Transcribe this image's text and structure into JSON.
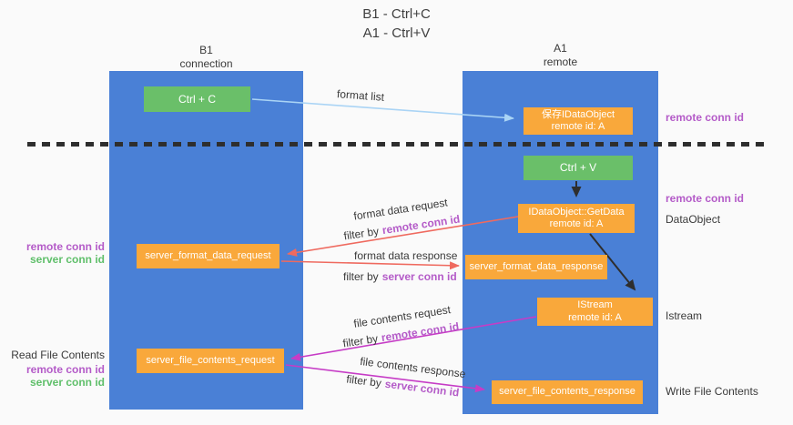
{
  "title": {
    "line1": "B1 - Ctrl+C",
    "line2": "A1 - Ctrl+V"
  },
  "columns": {
    "left": {
      "name": "B1",
      "subtitle": "connection"
    },
    "right": {
      "name": "A1",
      "subtitle": "remote"
    }
  },
  "boxes": {
    "ctrl_c": {
      "label": "Ctrl + C"
    },
    "save_dataobject": {
      "line1": "保存IDataObject",
      "line2": "remote id: A"
    },
    "ctrl_v": {
      "label": "Ctrl + V"
    },
    "getdata": {
      "line1": "IDataObject::GetData",
      "line2": "remote id: A"
    },
    "format_request": {
      "label": "server_format_data_request"
    },
    "format_response": {
      "label": "server_format_data_response"
    },
    "istream": {
      "line1": "IStream",
      "line2": "remote id: A"
    },
    "file_request": {
      "label": "server_file_contents_request"
    },
    "file_response": {
      "label": "server_file_contents_response"
    }
  },
  "arrow_labels": {
    "format_list": "format list",
    "format_data_request": "format data request",
    "format_data_response": "format data response",
    "file_contents_request": "file contents request",
    "file_contents_response": "file contents response",
    "filter_by": "filter by",
    "remote_conn_id": "remote conn id",
    "server_conn_id": "server conn id"
  },
  "side_labels": {
    "remote_conn_id": "remote conn id",
    "server_conn_id": "server conn id",
    "dataobject": "DataObject",
    "istream": "Istream",
    "read_file_contents": "Read File Contents",
    "write_file_contents": "Write File Contents"
  },
  "colors": {
    "column_blue": "#4a80d6",
    "box_orange": "#f9a83b",
    "button_green": "#6abf69",
    "arrow_light_blue": "#aad4f5",
    "arrow_salmon": "#ef6a5f",
    "arrow_magenta": "#c63cc6",
    "text_purple": "#b45bc8",
    "text_green": "#5fbf6a",
    "line_black": "#2e2e2e"
  }
}
